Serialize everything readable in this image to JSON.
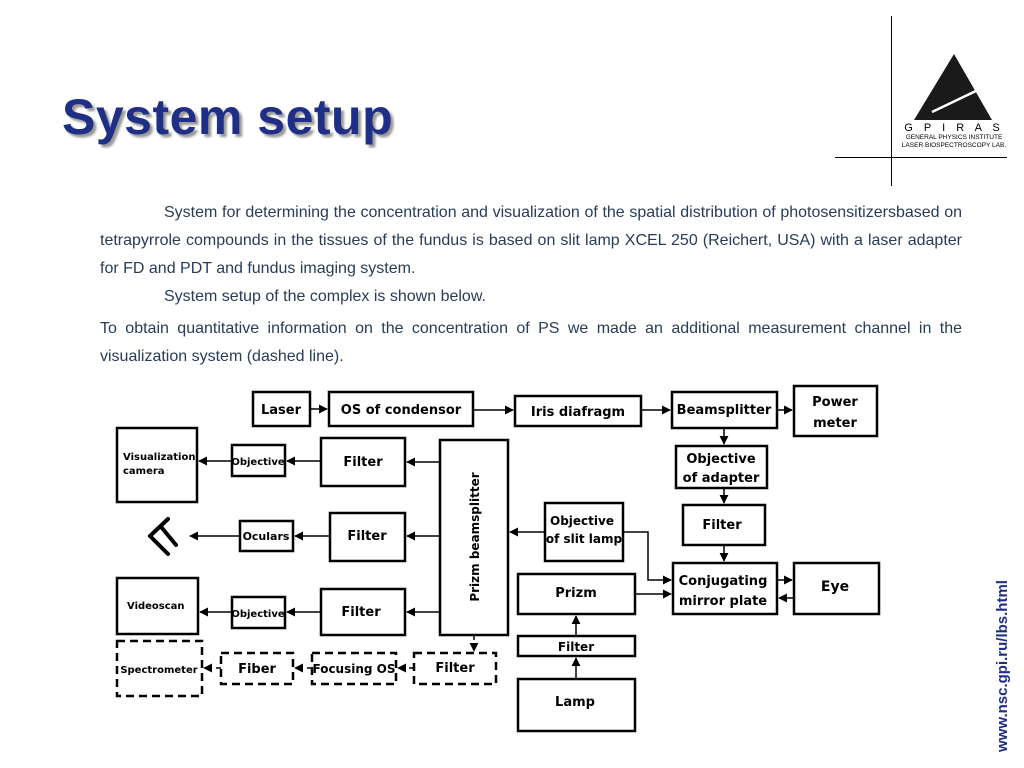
{
  "slide": {
    "title": "System setup",
    "paragraphs": [
      "System for determining the concentration and visualization of the spatial distribution of photosensitizersbased on tetrapyrrole compounds in the tissues of the fundus is based on slit lamp XCEL 250 (Reichert, USA) with a laser adapter for FD and PDT and fundus imaging system.",
      "System setup of the complex is shown below.",
      "To obtain quantitative information on the concentration of PS we made an additional measurement channel in the visualization system (dashed line)."
    ],
    "url": "www.nsc.gpi.ru/lbs.html"
  },
  "logo": {
    "name": "G P I   R A S",
    "line1": "GENERAL PHYSICS INSTITUTE",
    "line2": "LASER BIOSPECTROSCOPY LAB."
  },
  "diagram": {
    "laser": "Laser",
    "os_condensor": "OS of condensor",
    "iris": "Iris diafragm",
    "beamsplitter": "Beamsplitter",
    "power_meter": [
      "Power",
      "meter"
    ],
    "vis_camera": [
      "Visualization",
      "camera"
    ],
    "objective": "Objective",
    "filter": "Filter",
    "prizm_beamsplitter": "Prizm beamsplitter",
    "objective_adapter": [
      "Objective",
      "of adapter"
    ],
    "objective_slit": [
      "Objective",
      "of slit lamp"
    ],
    "oculars": "Oculars",
    "videoscan": "Videoscan",
    "conjugating": [
      "Conjugating",
      "mirror plate"
    ],
    "eye": "Eye",
    "prizm": "Prizm",
    "spectrometer": "Spectrometer",
    "fiber": "Fiber",
    "focusing_os": "Focusing OS",
    "lamp": "Lamp"
  }
}
